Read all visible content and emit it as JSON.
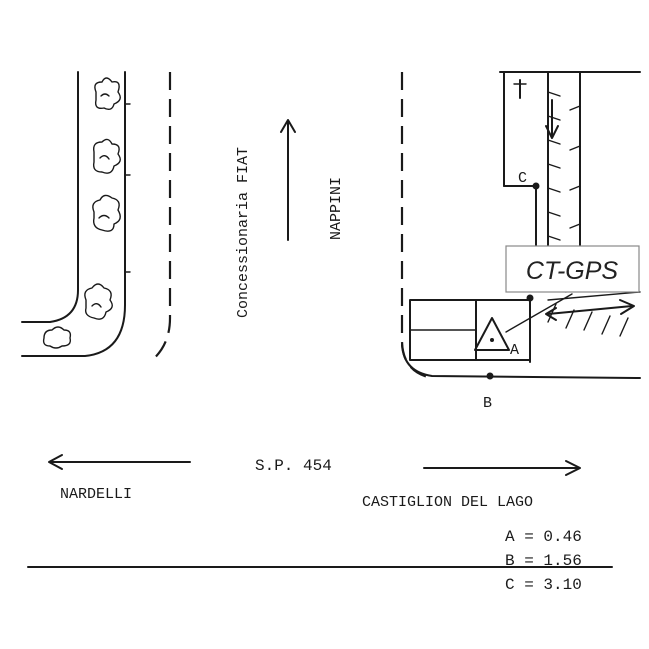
{
  "labels": {
    "dealer": "Concessionaria FIAT",
    "owner": "NAPPINI",
    "road": "S.P. 454",
    "west_destination": "NARDELLI",
    "east_destination": "CASTIGLION DEL LAGO",
    "station_badge": "CT-GPS"
  },
  "points": [
    {
      "id": "A",
      "value": "0.46",
      "line": "A = 0.46"
    },
    {
      "id": "B",
      "value": "1.56",
      "line": "B = 1.56"
    },
    {
      "id": "C",
      "value": "3.10",
      "line": "C = 3.10"
    }
  ],
  "icons": {
    "station": "triangle-marker-icon",
    "shrubs": "shrub-icon",
    "arrows": "arrow-icon"
  },
  "colors": {
    "ink": "#1a1a1a",
    "paper": "#ffffff",
    "badge_border": "#888888"
  }
}
